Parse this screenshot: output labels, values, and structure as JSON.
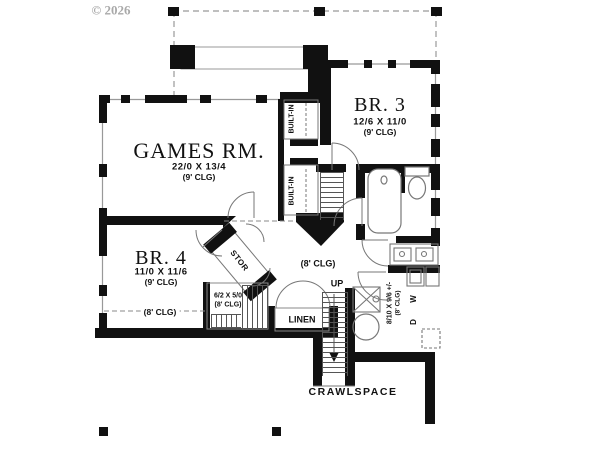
{
  "watermark": "© 2026",
  "rooms": {
    "games": {
      "name": "GAMES RM.",
      "dims": "22/0 X 13/4",
      "ceiling": "(9' CLG)"
    },
    "br3": {
      "name": "BR. 3",
      "dims": "12/6 X 11/0",
      "ceiling": "(9' CLG)"
    },
    "br4": {
      "name": "BR. 4",
      "dims": "11/0 X 11/6",
      "ceiling": "(9' CLG)",
      "ceiling_low": "(8' CLG)"
    },
    "hall": {
      "ceiling": "(8' CLG)"
    },
    "storage_under_stairs": {
      "dims": "6/2 X 5/0",
      "ceiling": "(8' CLG)"
    },
    "utility": {
      "dims": "8/10 X 9/6 +/-",
      "ceiling": "(8' CLG)",
      "washer_label": "W",
      "dryer_label": "D"
    },
    "crawlspace": {
      "name": "CRAWLSPACE"
    }
  },
  "labels": {
    "built_in_upper": "BUILT-IN",
    "built_in_lower": "BUILT-IN",
    "stor": "STOR",
    "linen": "LINEN",
    "up": "UP"
  },
  "colors": {
    "wall": "#111111",
    "thin_line": "#888888",
    "text": "#111111",
    "watermark": "#a9a9a9"
  }
}
